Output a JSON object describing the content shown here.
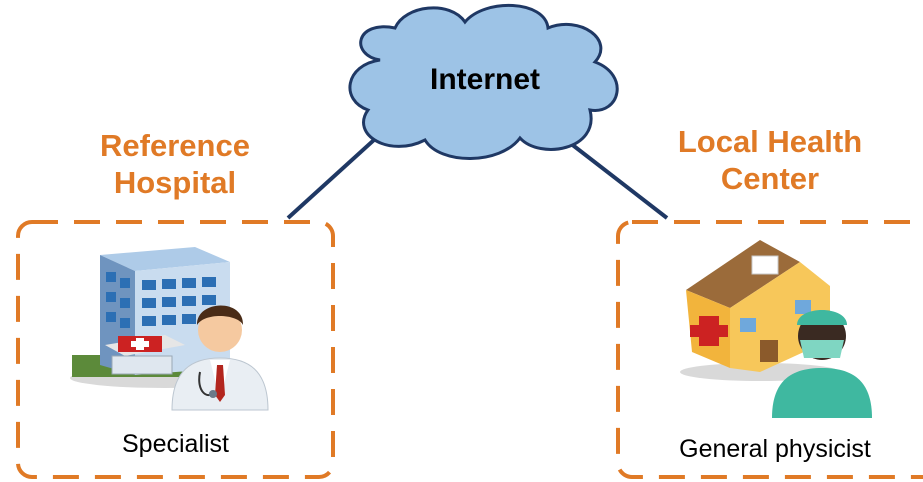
{
  "network": {
    "label": "Internet",
    "fill_color": "#9DC3E6",
    "stroke_color": "#1F3864"
  },
  "sites": [
    {
      "title_line1": "Reference",
      "title_line2": "Hospital",
      "caption": "Specialist",
      "icon": "hospital-building-icon"
    },
    {
      "title_line1": "Local Health",
      "title_line2": "Center",
      "caption": "General physicist",
      "icon": "clinic-building-icon"
    }
  ],
  "colors": {
    "accent": "#E07A26",
    "connector": "#1F3864"
  }
}
